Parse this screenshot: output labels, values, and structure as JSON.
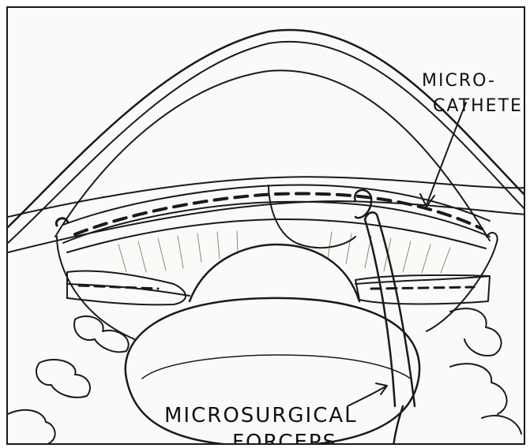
{
  "labels": {
    "microcatheter_line1": "MICRO-",
    "microcatheter_line2": "CATHETER",
    "forceps_line1": "MICROSURGICAL",
    "forceps_line2": "FORCEPS"
  },
  "colors": {
    "ink": "#1a1a1a",
    "paper": "#fafaf8",
    "hatch": "#8a8a80"
  }
}
